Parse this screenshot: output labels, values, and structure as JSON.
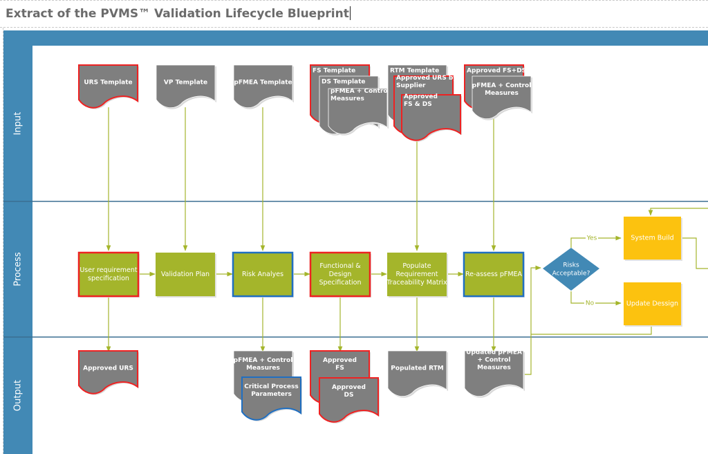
{
  "title": "Extract of the PVMS™ Validation Lifecycle Blueprint",
  "colors": {
    "lane_header": "#4289b5",
    "lane_divider": "#3b6f92",
    "doc_fill": "#7f7f7f",
    "process_fill": "#a4b52b",
    "decision_fill": "#4289b5",
    "action_fill": "#fcc20f",
    "highlight_red": "#ee2222",
    "highlight_blue": "#1f6fc2",
    "connector": "#a4b52b",
    "text_light": "#ffffff"
  },
  "lanes": [
    {
      "id": "input",
      "label": "Input"
    },
    {
      "id": "process",
      "label": "Process"
    },
    {
      "id": "output",
      "label": "Output"
    }
  ],
  "inputs": [
    {
      "id": "urs-template",
      "lines": [
        "URS Template"
      ],
      "outline": "red"
    },
    {
      "id": "vp-template",
      "lines": [
        "VP Template"
      ],
      "outline": "none"
    },
    {
      "id": "pfmea-template",
      "lines": [
        "pFMEA Template"
      ],
      "outline": "none"
    },
    {
      "id": "fs-template",
      "lines": [
        "FS Template"
      ],
      "outline": "red"
    },
    {
      "id": "ds-template",
      "lines": [
        "DS Template"
      ],
      "outline": "none"
    },
    {
      "id": "pfmea-control-input",
      "lines": [
        "pFMEA + Control",
        "Measures"
      ],
      "outline": "none"
    },
    {
      "id": "rtm-template",
      "lines": [
        "RTM Template"
      ],
      "outline": "none"
    },
    {
      "id": "approved-urs-supplier",
      "lines": [
        "Approved URS by",
        "Supplier"
      ],
      "outline": "red"
    },
    {
      "id": "approved-fs-ds-input",
      "lines": [
        "Approved",
        "FS & DS"
      ],
      "outline": "red"
    },
    {
      "id": "approved-fs-plus-ds",
      "lines": [
        "Approved FS+DS"
      ],
      "outline": "red"
    },
    {
      "id": "pfmea-control-input-2",
      "lines": [
        "pFMEA + Control",
        "Measures"
      ],
      "outline": "none"
    }
  ],
  "processes": [
    {
      "id": "urs",
      "lines": [
        "User requirement",
        "specification"
      ],
      "outline": "red"
    },
    {
      "id": "validation-plan",
      "lines": [
        "Validation Plan"
      ],
      "outline": "none"
    },
    {
      "id": "risk-analyses",
      "lines": [
        "Risk Analyes"
      ],
      "outline": "blue"
    },
    {
      "id": "fds",
      "lines": [
        "Functional &",
        "Design",
        "Specification"
      ],
      "outline": "red"
    },
    {
      "id": "rtm",
      "lines": [
        "Populate",
        "Requirement",
        "Traceability Matrix"
      ],
      "outline": "none"
    },
    {
      "id": "reassess",
      "lines": [
        "Re-assess pFMEA"
      ],
      "outline": "blue"
    }
  ],
  "decision": {
    "id": "risks-acceptable",
    "lines": [
      "Risks",
      "Acceptable?"
    ]
  },
  "actions": [
    {
      "id": "system-build",
      "lines": [
        "System Build"
      ]
    },
    {
      "id": "update-design",
      "lines": [
        "Update Dessign"
      ]
    }
  ],
  "branch_labels": {
    "yes": "Yes",
    "no": "No"
  },
  "outputs": [
    {
      "id": "approved-urs",
      "lines": [
        "Approved URS"
      ],
      "outline": "red"
    },
    {
      "id": "pfmea-control-output",
      "lines": [
        "pFMEA + Control",
        "Measures"
      ],
      "outline": "none"
    },
    {
      "id": "critical-process-params",
      "lines": [
        "Critical Process",
        "Parameters"
      ],
      "outline": "blue"
    },
    {
      "id": "approved-fs",
      "lines": [
        "Approved",
        "FS"
      ],
      "outline": "red"
    },
    {
      "id": "approved-ds",
      "lines": [
        "Approved",
        "DS"
      ],
      "outline": "red"
    },
    {
      "id": "populated-rtm",
      "lines": [
        "Populated RTM"
      ],
      "outline": "none"
    },
    {
      "id": "updated-pfmea",
      "lines": [
        "Updated pFMEA",
        "+ Control",
        "Measures"
      ],
      "outline": "none"
    }
  ]
}
